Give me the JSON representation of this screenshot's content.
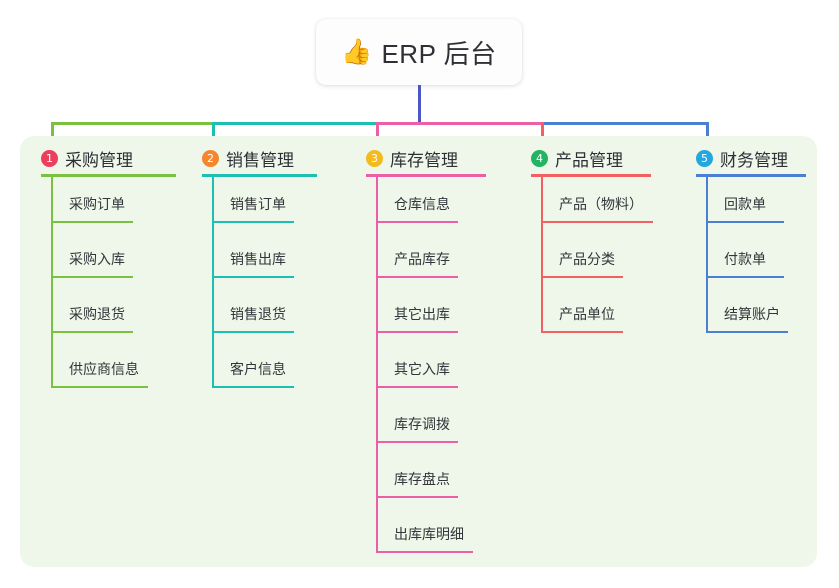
{
  "diagram": {
    "title": "ERP 后台",
    "root": {
      "icon": "thumbs-up-icon",
      "icon_glyph": "👍",
      "label": "ERP 后台"
    },
    "panel_color": "#eef7e9",
    "trunk_color": "#4a57c4",
    "branches": [
      {
        "number": "1",
        "label": "采购管理",
        "badge_color": "#ec3f5e",
        "line_color": "#7ac142",
        "children": [
          "采购订单",
          "采购入库",
          "采购退货",
          "供应商信息"
        ]
      },
      {
        "number": "2",
        "label": "销售管理",
        "badge_color": "#f5862e",
        "line_color": "#1cbfb0",
        "children": [
          "销售订单",
          "销售出库",
          "销售退货",
          "客户信息"
        ]
      },
      {
        "number": "3",
        "label": "库存管理",
        "badge_color": "#f5bb1d",
        "line_color": "#ec5fa6",
        "children": [
          "仓库信息",
          "产品库存",
          "其它出库",
          "其它入库",
          "库存调拨",
          "库存盘点",
          "出库库明细"
        ]
      },
      {
        "number": "4",
        "label": "产品管理",
        "badge_color": "#22b363",
        "line_color": "#f2605f",
        "children": [
          "产品（物料）",
          "产品分类",
          "产品单位"
        ]
      },
      {
        "number": "5",
        "label": "财务管理",
        "badge_color": "#22a7e0",
        "line_color": "#4a7fd4",
        "children": [
          "回款单",
          "付款单",
          "结算账户"
        ]
      }
    ]
  }
}
